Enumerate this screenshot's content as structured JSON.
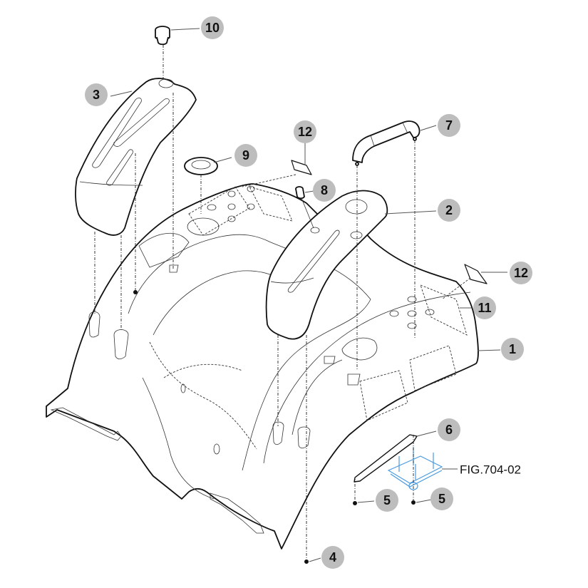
{
  "diagram": {
    "title": "Exploded parts diagram - body / fender assembly",
    "colors": {
      "callout_fill": "#bdbdbd",
      "line": "#111111",
      "reference_highlight": "#4a9be0"
    },
    "callouts": [
      {
        "id": "c1",
        "label": "1",
        "part": "body-shell"
      },
      {
        "id": "c2",
        "label": "2",
        "part": "right-fender-cover"
      },
      {
        "id": "c3",
        "label": "3",
        "part": "left-fender-cover"
      },
      {
        "id": "c4",
        "label": "4",
        "part": "screw"
      },
      {
        "id": "c5a",
        "label": "5",
        "part": "screw"
      },
      {
        "id": "c5b",
        "label": "5",
        "part": "screw"
      },
      {
        "id": "c6",
        "label": "6",
        "part": "bracket-strip"
      },
      {
        "id": "c7",
        "label": "7",
        "part": "handle"
      },
      {
        "id": "c8",
        "label": "8",
        "part": "switch-connector"
      },
      {
        "id": "c9",
        "label": "9",
        "part": "grommet"
      },
      {
        "id": "c10",
        "label": "10",
        "part": "fuel-cap"
      },
      {
        "id": "c11",
        "label": "11",
        "part": "decal"
      },
      {
        "id": "c12a",
        "label": "12",
        "part": "decal-label"
      },
      {
        "id": "c12b",
        "label": "12",
        "part": "decal-label"
      }
    ],
    "reference": {
      "label": "FIG.704-02"
    }
  }
}
